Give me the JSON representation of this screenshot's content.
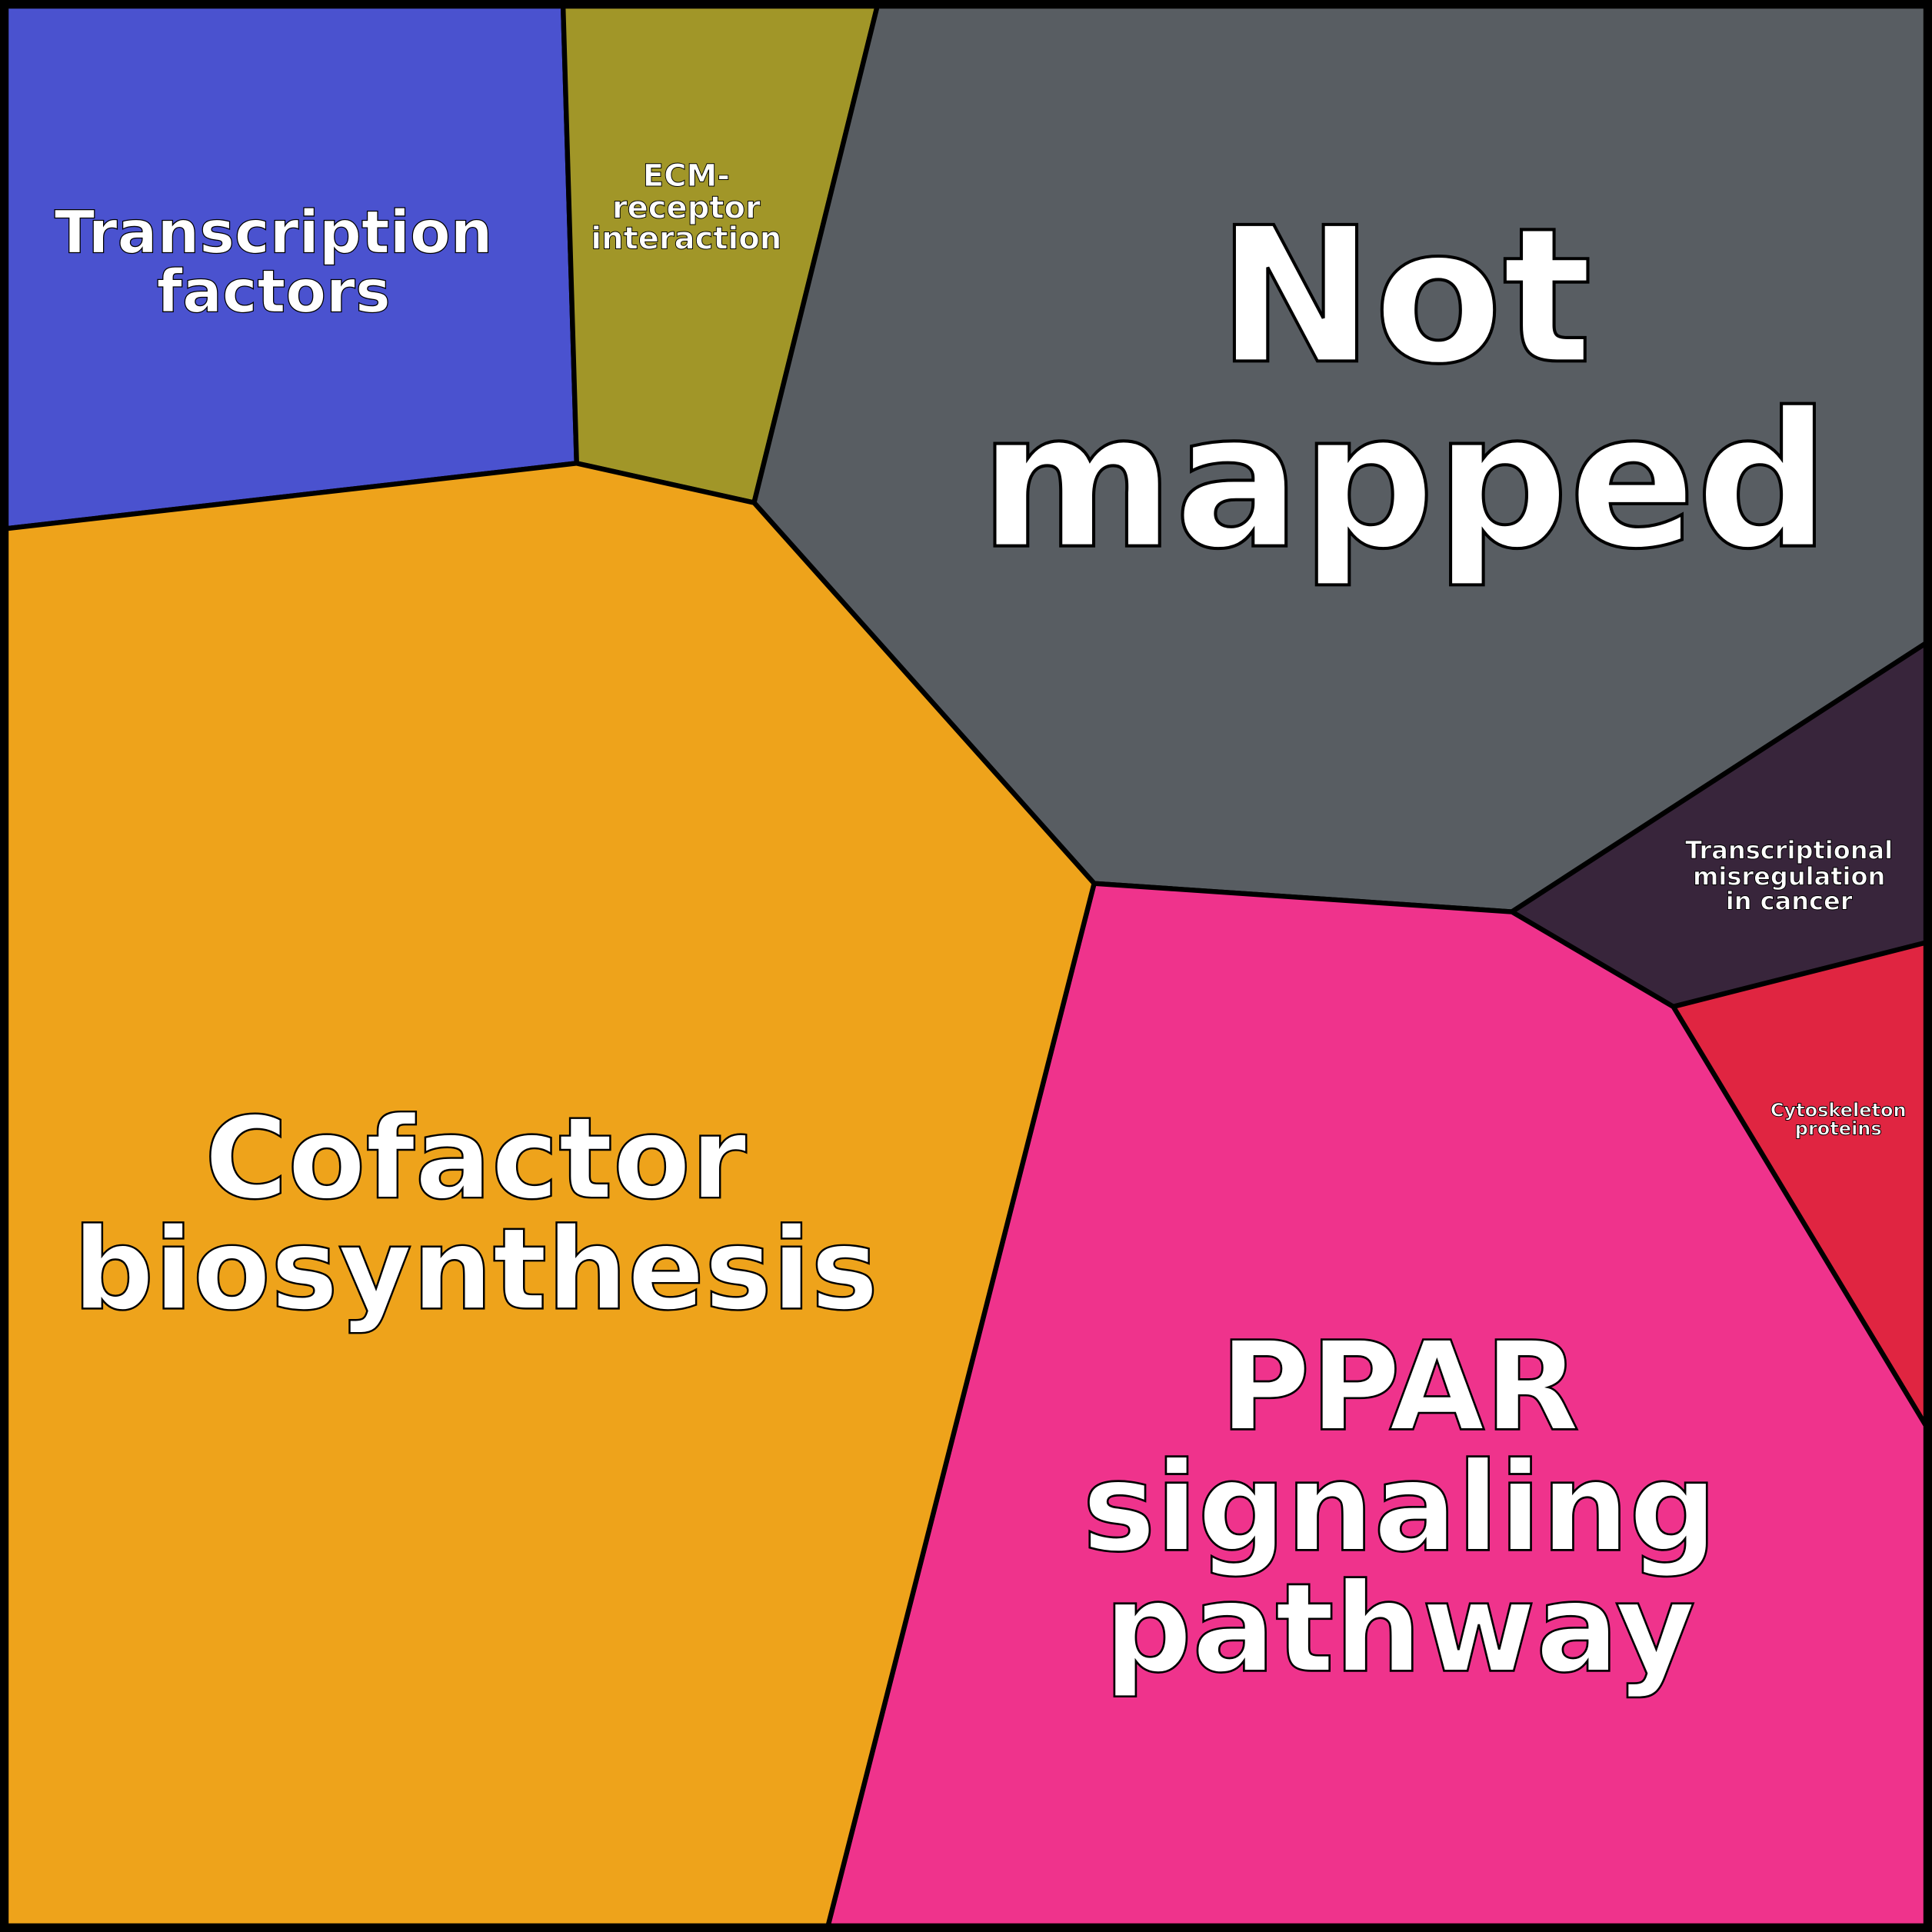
{
  "cells": [
    {
      "id": "transcription-factors",
      "lines": [
        "Transcription",
        "factors"
      ],
      "color": "#4a52cf"
    },
    {
      "id": "ecm-receptor-interaction",
      "lines": [
        "ECM-",
        "receptor",
        "interaction"
      ],
      "color": "#a19628"
    },
    {
      "id": "not-mapped",
      "lines": [
        "Not",
        "mapped"
      ],
      "color": "#585d62"
    },
    {
      "id": "transcriptional-misregulation-in-cancer",
      "lines": [
        "Transcriptional",
        "misregulation",
        "in cancer"
      ],
      "color": "#38253b"
    },
    {
      "id": "cytoskeleton-proteins",
      "lines": [
        "Cytoskeleton",
        "proteins"
      ],
      "color": "#e02541"
    },
    {
      "id": "ppar-signaling-pathway",
      "lines": [
        "PPAR",
        "signaling",
        "pathway"
      ],
      "color": "#ef338c"
    },
    {
      "id": "cofactor-biosynthesis",
      "lines": [
        "Cofactor",
        "biosynthesis"
      ],
      "color": "#eea31b"
    }
  ]
}
